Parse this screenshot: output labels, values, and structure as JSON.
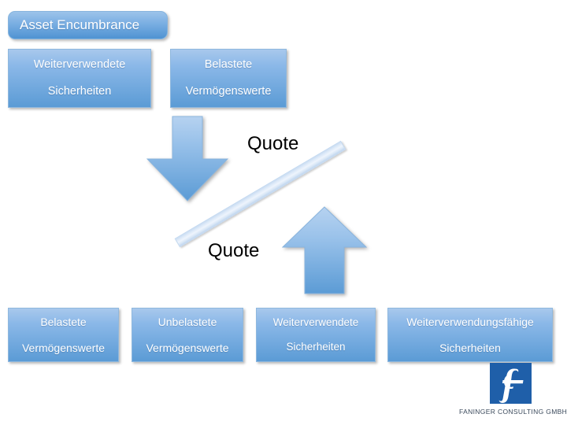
{
  "slide": {
    "title": "Asset Encumbrance",
    "background_color": "#ffffff",
    "accent_color": "#5b9bd5",
    "text_color": "#ffffff"
  },
  "top_row": [
    {
      "label": "Weiterverwendete\nSicherheiten",
      "line1": "Weiterverwendete",
      "line2": "Sicherheiten"
    },
    {
      "label": "Belastete\nVermögenswerte",
      "line1": "Belastete",
      "line2": "Vermögenswerte"
    }
  ],
  "bottom_row": [
    {
      "line1": "Belastete",
      "line2": "Vermögenswerte"
    },
    {
      "line1": "Unbelastete",
      "line2": "Vermögenswerte"
    },
    {
      "line1": "Weiterverwendete",
      "line2": "Sicherheiten"
    },
    {
      "line1": "Weiterverwendungsfähige",
      "line2": "Sicherheiten"
    }
  ],
  "annotations": {
    "quote_top": "Quote",
    "quote_bottom": "Quote"
  },
  "shapes": {
    "arrow_down_name": "arrow-down",
    "arrow_up_name": "arrow-up",
    "divider_name": "diagonal-divider-bar",
    "arrow_color": "#5b9bd5",
    "divider_color": "#dce9f8"
  },
  "logo": {
    "company": "FANINGER CONSULTING GMBH",
    "mark_letter": "f",
    "mark_background": "#1f5fa9",
    "mark_foreground": "#ffffff"
  }
}
